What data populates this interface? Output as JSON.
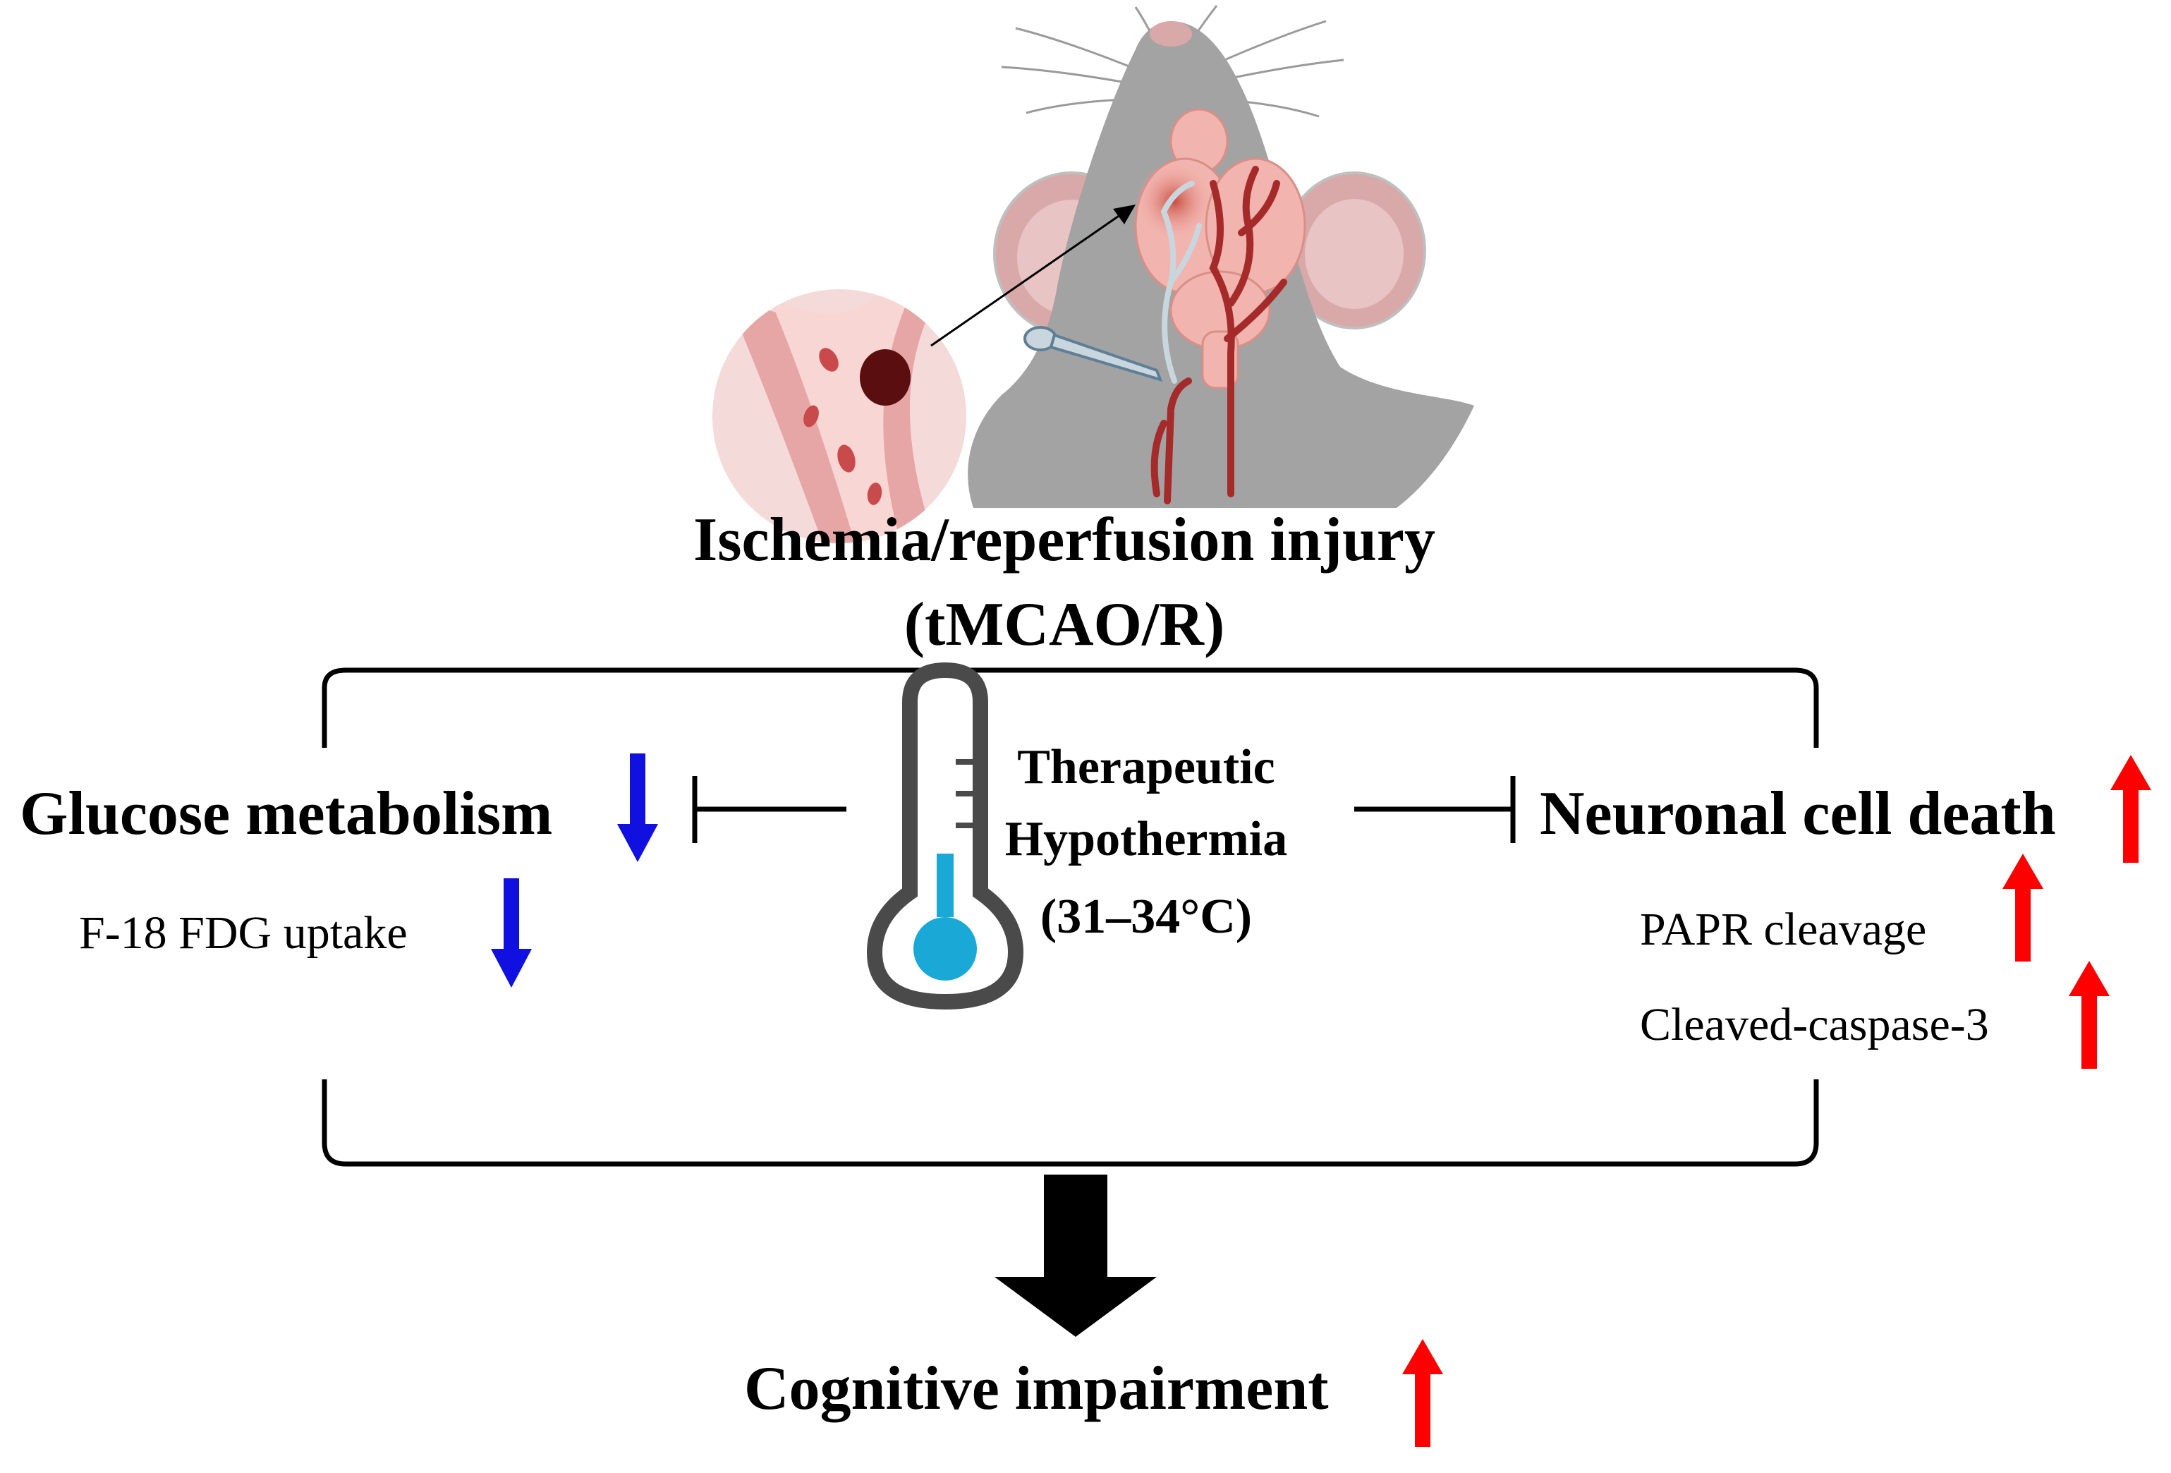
{
  "injury": {
    "line1": "Ischemia/reperfusion injury",
    "line2": "(tMCAO/R)"
  },
  "left": {
    "title": "Glucose metabolism",
    "direction": "down",
    "sub_items": [
      {
        "label": "F-18 FDG uptake",
        "direction": "down"
      }
    ]
  },
  "center": {
    "line1": "Therapeutic",
    "line2": "Hypothermia",
    "line3": "(31–34°C)",
    "icon": "thermometer-icon"
  },
  "right": {
    "title": "Neuronal cell death",
    "direction": "up",
    "sub_items": [
      {
        "label": "PAPR cleavage",
        "direction": "up"
      },
      {
        "label": "Cleaved-caspase-3",
        "direction": "up"
      }
    ]
  },
  "outcome": {
    "label": "Cognitive impairment",
    "direction": "up"
  },
  "colors": {
    "up_arrow": "#ff0000",
    "down_arrow": "#1010e0",
    "mouse_body": "#a3a3a3",
    "brain": "#f2b4ae",
    "vessel": "#a52a2a",
    "thermo_outline": "#4a4a4a",
    "thermo_fluid": "#1aa9d6"
  }
}
